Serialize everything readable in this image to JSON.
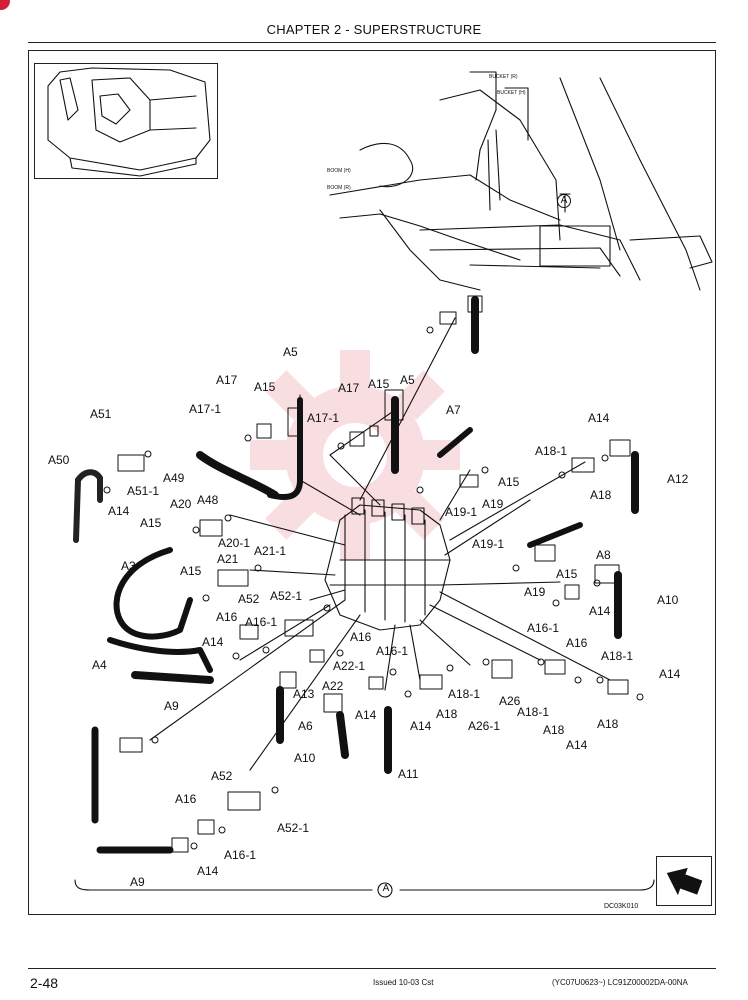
{
  "header": {
    "title": "CHAPTER 2 - SUPERSTRUCTURE"
  },
  "inset_labels": {
    "bucket_r": "BUCKET (R)",
    "bucket_h": "BUCKET (H)",
    "boom_h": "BOOM (H)",
    "boom_r": "BOOM (R)",
    "view_a": "A"
  },
  "callouts": [
    {
      "id": "c1",
      "text": "A5"
    },
    {
      "id": "c2",
      "text": "A17"
    },
    {
      "id": "c3",
      "text": "A15"
    },
    {
      "id": "c4",
      "text": "A17-1"
    },
    {
      "id": "c5",
      "text": "A17"
    },
    {
      "id": "c6",
      "text": "A15"
    },
    {
      "id": "c7",
      "text": "A5"
    },
    {
      "id": "c8",
      "text": "A17-1"
    },
    {
      "id": "c9",
      "text": "A7"
    },
    {
      "id": "c10",
      "text": "A14"
    },
    {
      "id": "c11",
      "text": "A51"
    },
    {
      "id": "c12",
      "text": "A50"
    },
    {
      "id": "c13",
      "text": "A51-1"
    },
    {
      "id": "c14",
      "text": "A14"
    },
    {
      "id": "c15",
      "text": "A49"
    },
    {
      "id": "c16",
      "text": "A48"
    },
    {
      "id": "c17",
      "text": "A20"
    },
    {
      "id": "c18",
      "text": "A15"
    },
    {
      "id": "c19",
      "text": "A20-1"
    },
    {
      "id": "c20",
      "text": "A18-1"
    },
    {
      "id": "c21",
      "text": "A12"
    },
    {
      "id": "c22",
      "text": "A15"
    },
    {
      "id": "c23",
      "text": "A18"
    },
    {
      "id": "c24",
      "text": "A19-1"
    },
    {
      "id": "c25",
      "text": "A19"
    },
    {
      "id": "c26",
      "text": "A21"
    },
    {
      "id": "c27",
      "text": "A21-1"
    },
    {
      "id": "c28",
      "text": "A3"
    },
    {
      "id": "c29",
      "text": "A15"
    },
    {
      "id": "c30",
      "text": "A19-1"
    },
    {
      "id": "c31",
      "text": "A8"
    },
    {
      "id": "c32",
      "text": "A52-1"
    },
    {
      "id": "c33",
      "text": "A52"
    },
    {
      "id": "c34",
      "text": "A15"
    },
    {
      "id": "c35",
      "text": "A19"
    },
    {
      "id": "c36",
      "text": "A10"
    },
    {
      "id": "c37",
      "text": "A14"
    },
    {
      "id": "c38",
      "text": "A16"
    },
    {
      "id": "c39",
      "text": "A16-1"
    },
    {
      "id": "c40",
      "text": "A16"
    },
    {
      "id": "c41",
      "text": "A16-1"
    },
    {
      "id": "c42",
      "text": "A16"
    },
    {
      "id": "c43",
      "text": "A14"
    },
    {
      "id": "c44",
      "text": "A16-1"
    },
    {
      "id": "c45",
      "text": "A22-1"
    },
    {
      "id": "c46",
      "text": "A18-1"
    },
    {
      "id": "c47",
      "text": "A4"
    },
    {
      "id": "c48",
      "text": "A14"
    },
    {
      "id": "c49",
      "text": "A13"
    },
    {
      "id": "c50",
      "text": "A22"
    },
    {
      "id": "c51",
      "text": "A18-1"
    },
    {
      "id": "c52",
      "text": "A26"
    },
    {
      "id": "c53",
      "text": "A9"
    },
    {
      "id": "c54",
      "text": "A14"
    },
    {
      "id": "c55",
      "text": "A14"
    },
    {
      "id": "c56",
      "text": "A18"
    },
    {
      "id": "c57",
      "text": "A18-1"
    },
    {
      "id": "c58",
      "text": "A18"
    },
    {
      "id": "c59",
      "text": "A6"
    },
    {
      "id": "c60",
      "text": "A26-1"
    },
    {
      "id": "c61",
      "text": "A18"
    },
    {
      "id": "c62",
      "text": "A14"
    },
    {
      "id": "c63",
      "text": "A10"
    },
    {
      "id": "c64",
      "text": "A11"
    },
    {
      "id": "c65",
      "text": "A52"
    },
    {
      "id": "c66",
      "text": "A16"
    },
    {
      "id": "c67",
      "text": "A52-1"
    },
    {
      "id": "c68",
      "text": "A16-1"
    },
    {
      "id": "c69",
      "text": "A14"
    },
    {
      "id": "c70",
      "text": "A9"
    }
  ],
  "bottom_ref": "A",
  "figure_code": "DC03K010",
  "footer": {
    "page": "2-48",
    "issued": "Issued 10-03   Cst",
    "doc": "(YC07U0623~)   LC91Z00002DA-00NA"
  },
  "colors": {
    "ink": "#111111",
    "watermark": "#e35060",
    "corner_tab": "#d11f3a"
  },
  "icons": {
    "nav": "next-page-arrow-icon"
  }
}
